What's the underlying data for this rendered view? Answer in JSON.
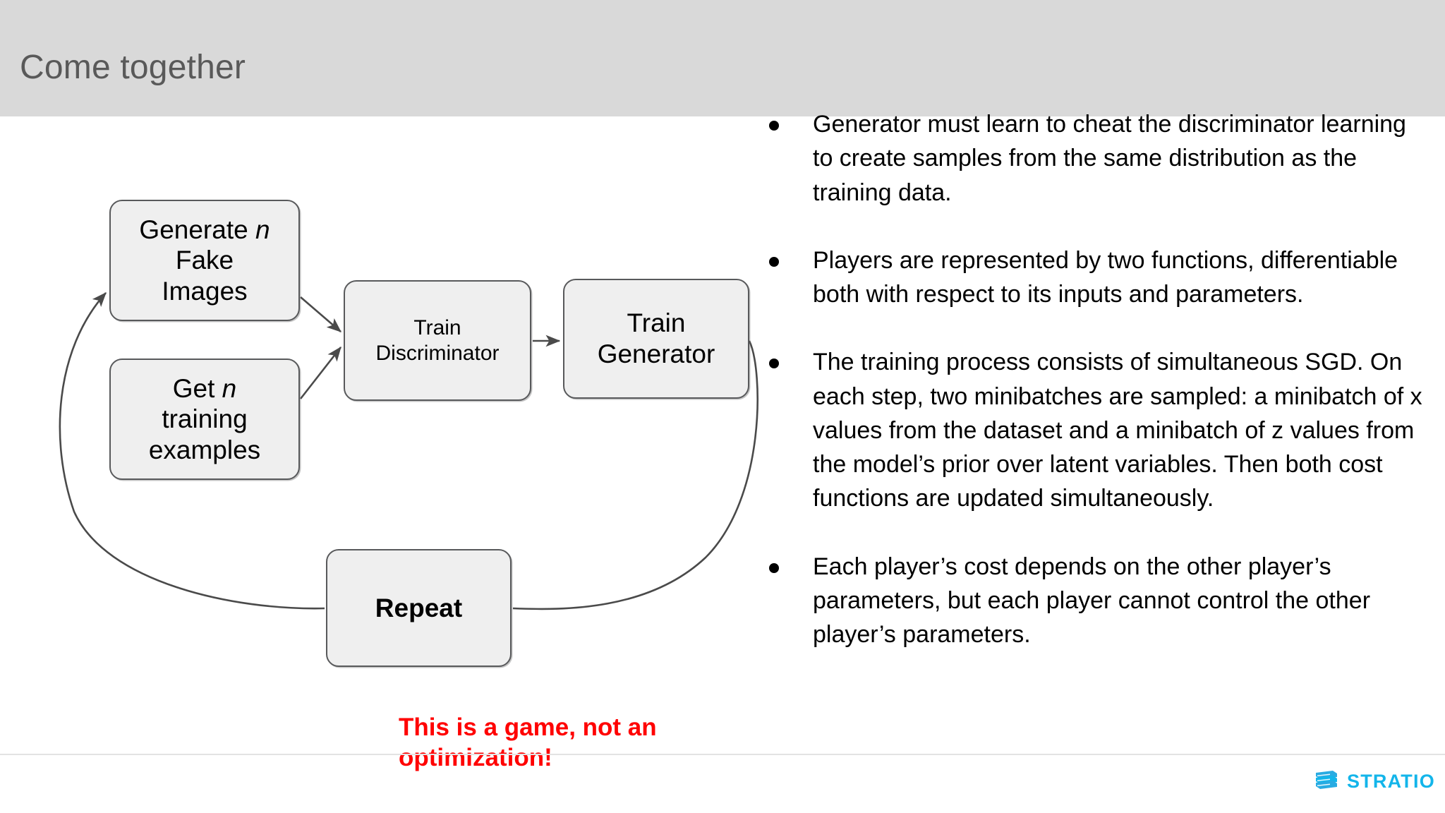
{
  "header": {
    "title": "Come together"
  },
  "diagram": {
    "boxes": [
      {
        "id": "generate",
        "label": "Generate n Fake Images"
      },
      {
        "id": "get",
        "label": "Get n training examples"
      },
      {
        "id": "discrim",
        "label": "Train Discriminator"
      },
      {
        "id": "generator",
        "label": "Train Generator"
      },
      {
        "id": "repeat",
        "label": "Repeat"
      }
    ],
    "note": "This is a game, not an optimization!",
    "note_color": "#ff0000",
    "box_fill": "#efefef",
    "box_stroke": "#58595b"
  },
  "bullets": [
    "Generator must learn to cheat the discriminator learning to create samples from the same distribution as the training data.",
    "Players are represented by two functions, differentiable both with respect to its inputs and parameters.",
    "The training process consists of simultaneous SGD. On each step, two minibatches are sampled: a minibatch of x values from the dataset and a minibatch of z values from the model’s prior over latent variables. Then both cost functions are updated simultaneously.",
    "Each player’s cost depends on the other player’s parameters, but each player cannot control the other player’s parameters."
  ],
  "footer": {
    "brand": "STRATIO",
    "brand_color": "#13b5ea"
  }
}
